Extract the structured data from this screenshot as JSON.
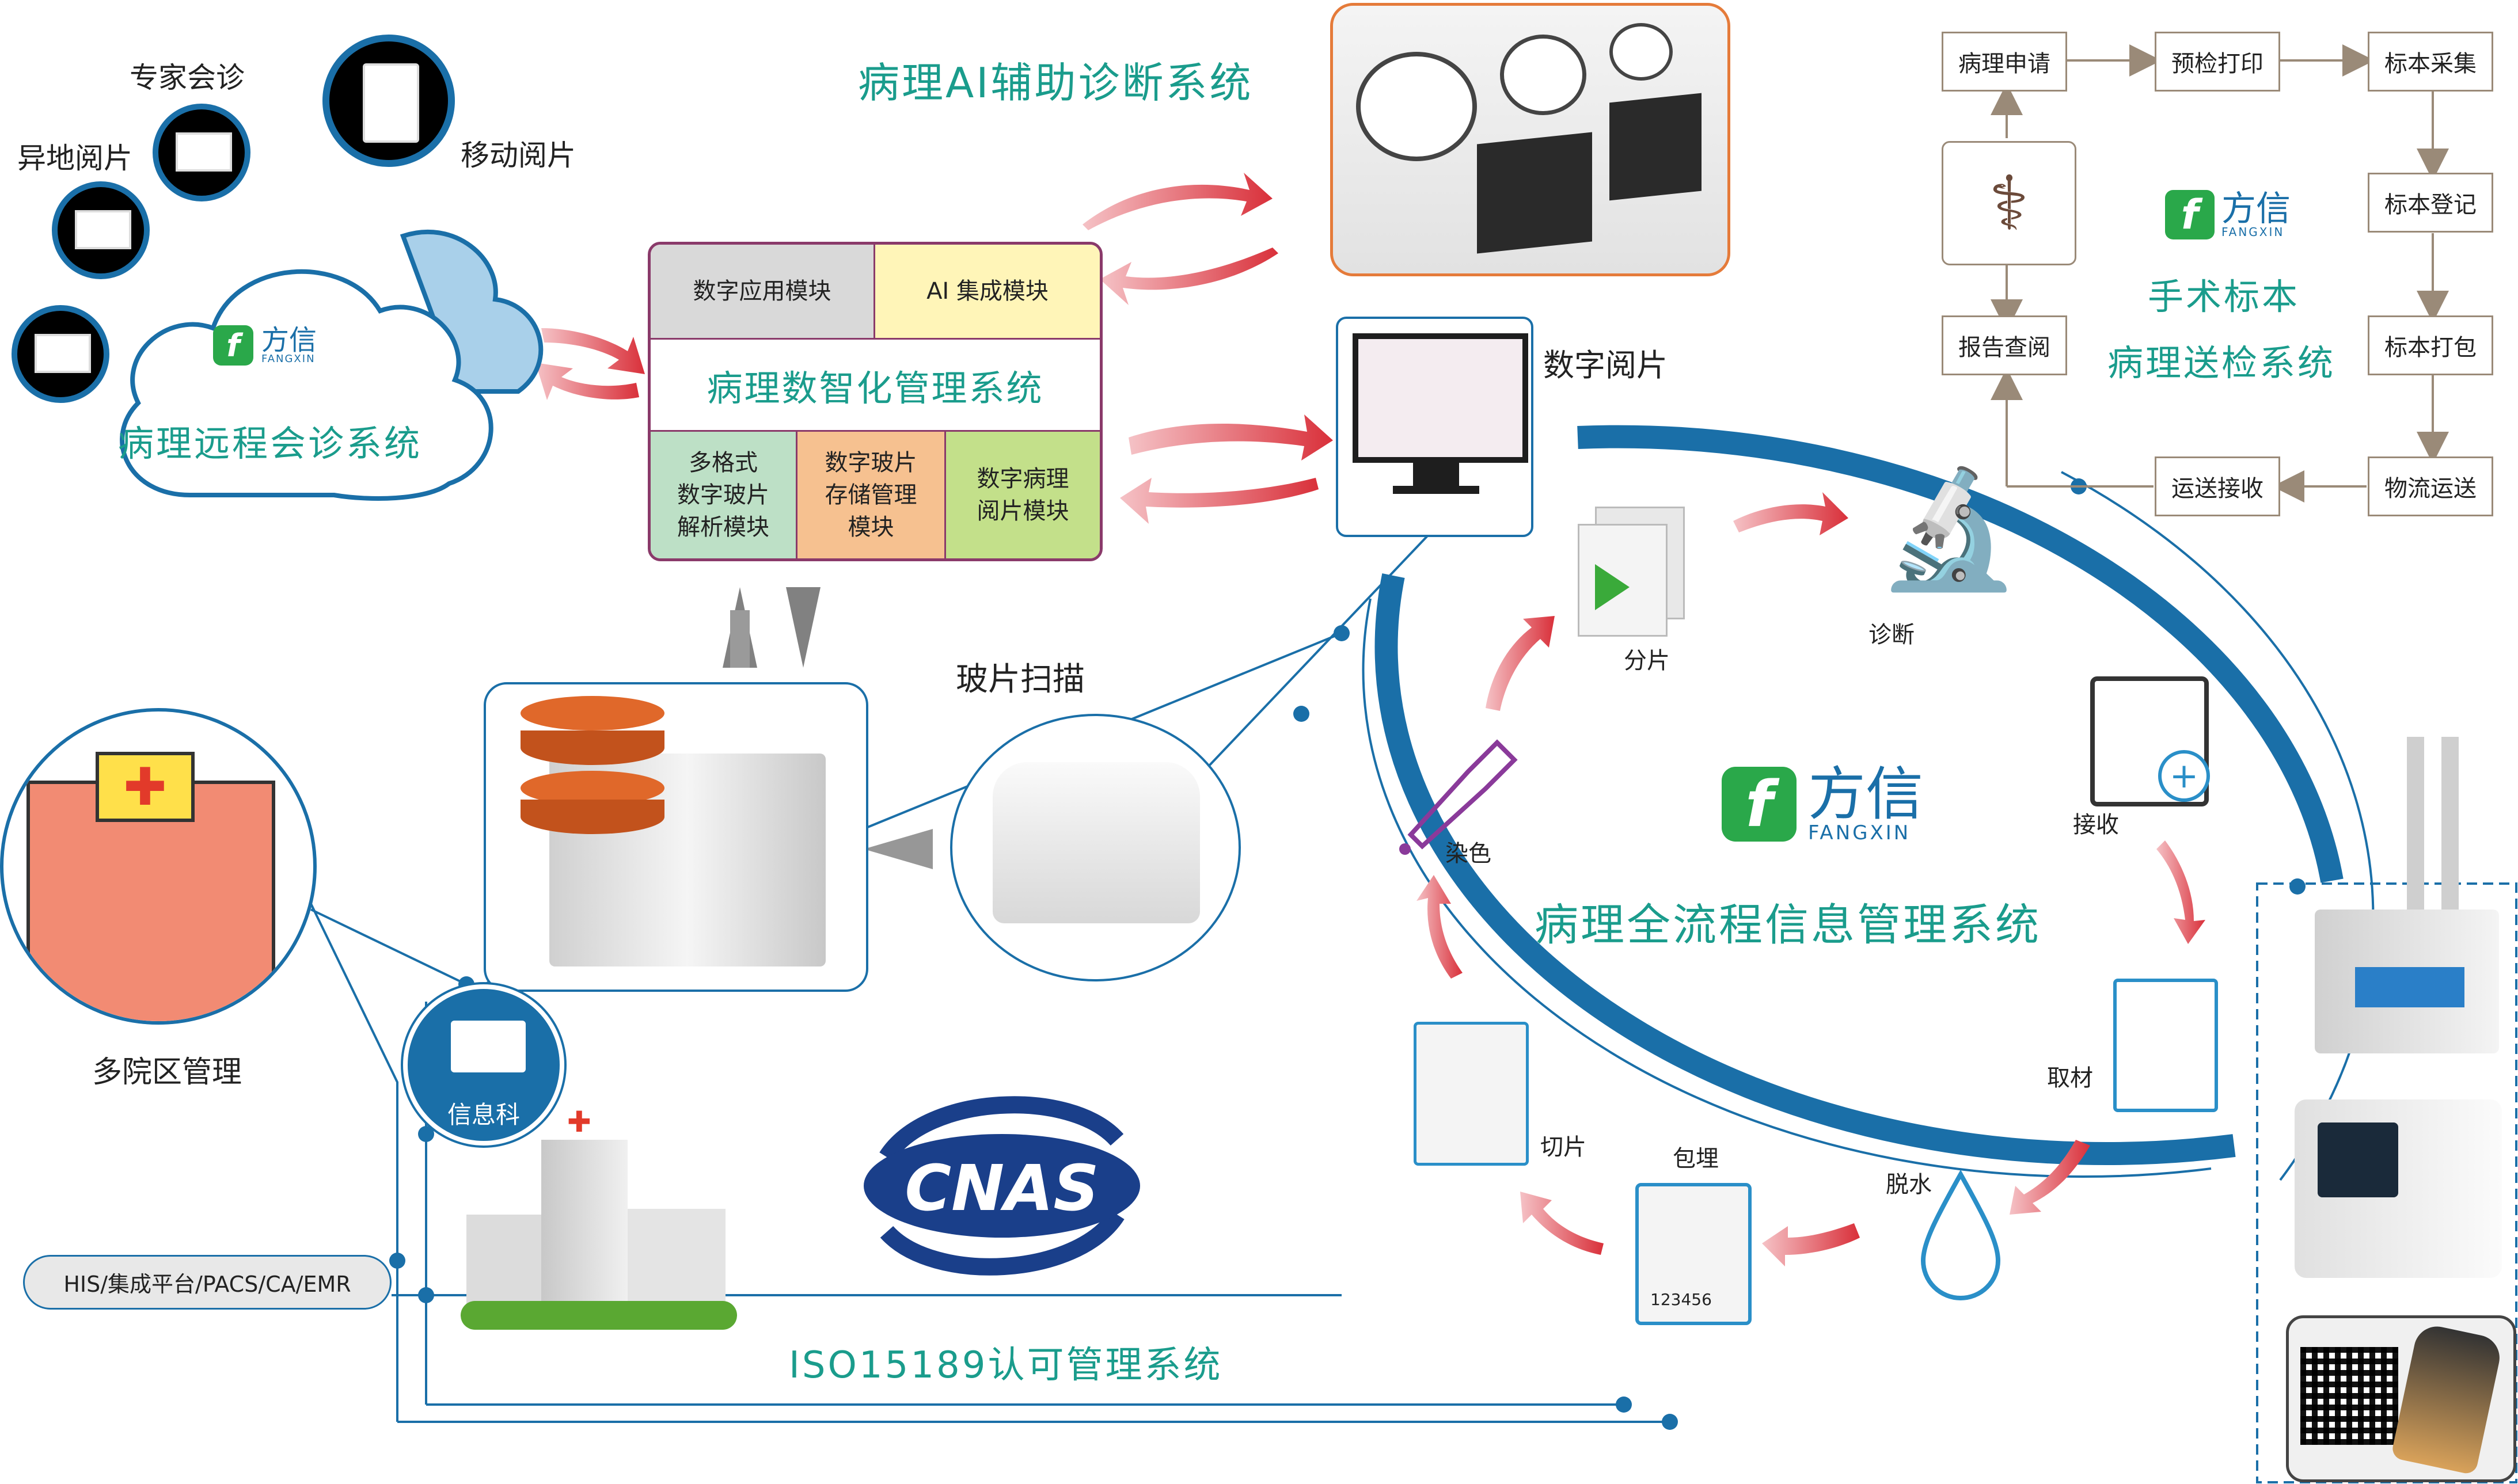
{
  "titles": {
    "ai_system": "病理AI辅助诊断系统",
    "remote_consult": "病理远程会诊系统",
    "digital_mgmt": "病理数智化管理系统",
    "full_process": "病理全流程信息管理系统",
    "surgical_specimen_line1": "手术标本",
    "surgical_specimen_line2": "病理送检系统",
    "iso": "ISO15189认可管理系统"
  },
  "brand": {
    "cn": "方信",
    "en": "FANGXIN",
    "color": "#2aa84a"
  },
  "remote_labels": {
    "expert": "专家会诊",
    "offsite": "异地阅片",
    "mobile": "移动阅片"
  },
  "modules": {
    "digital_app": "数字应用模块",
    "ai_module": "AI 集成模块",
    "multi_format": "多格式\n数字玻片\n解析模块",
    "storage": "数字玻片\n存储管理\n模块",
    "reading": "数字病理\n阅片模块"
  },
  "labels": {
    "digital_reading": "数字阅片",
    "slide_scan": "玻片扫描",
    "multi_campus": "多院区管理",
    "info_dept": "信息科",
    "integrations": "HIS/集成平台/PACS/CA/EMR",
    "cnas": "CNAS"
  },
  "process_steps": {
    "sectioning_split": "分片",
    "diagnosis": "诊断",
    "receive": "接收",
    "grossing": "取材",
    "dehydrate": "脱水",
    "embed": "包埋",
    "cut": "切片",
    "stain": "染色",
    "cassette_id": "123456"
  },
  "flow_boxes": {
    "apply": "病理申请",
    "preprint": "预检打印",
    "collect": "标本采集",
    "register": "标本登记",
    "pack": "标本打包",
    "logistics": "物流运送",
    "transport_receive": "运送接收",
    "report_query": "报告查阅"
  },
  "colors": {
    "teal": "#1a9c8c",
    "blue": "#1a6fa8",
    "red_arrow": "#d9303a",
    "gray_box": "#d9d9d9",
    "yellow_box": "#fff5b8",
    "green_box": "#bde0c6",
    "orange_box": "#f6c190",
    "lime_box": "#c3e08a"
  }
}
